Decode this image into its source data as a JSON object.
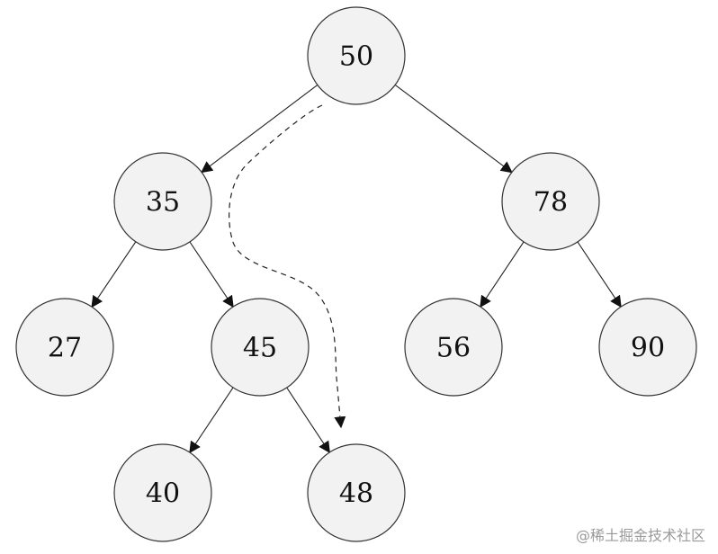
{
  "tree": {
    "nodes": [
      {
        "id": "n50",
        "label": "50"
      },
      {
        "id": "n35",
        "label": "35"
      },
      {
        "id": "n78",
        "label": "78"
      },
      {
        "id": "n27",
        "label": "27"
      },
      {
        "id": "n45",
        "label": "45"
      },
      {
        "id": "n56",
        "label": "56"
      },
      {
        "id": "n90",
        "label": "90"
      },
      {
        "id": "n40",
        "label": "40"
      },
      {
        "id": "n48",
        "label": "48"
      }
    ],
    "edges": [
      {
        "from": "n50",
        "to": "n35"
      },
      {
        "from": "n50",
        "to": "n78"
      },
      {
        "from": "n35",
        "to": "n27"
      },
      {
        "from": "n35",
        "to": "n45"
      },
      {
        "from": "n78",
        "to": "n56"
      },
      {
        "from": "n78",
        "to": "n90"
      },
      {
        "from": "n45",
        "to": "n40"
      },
      {
        "from": "n45",
        "to": "n48"
      }
    ],
    "search_path": {
      "from": "n50",
      "to": "n48",
      "style": "dashed"
    }
  },
  "watermark": {
    "text": "@稀土掘金技术社区"
  },
  "colors": {
    "node_fill": "#f2f2f2",
    "node_stroke": "#333333",
    "line": "#222222",
    "watermark": "#9a9a9a"
  }
}
